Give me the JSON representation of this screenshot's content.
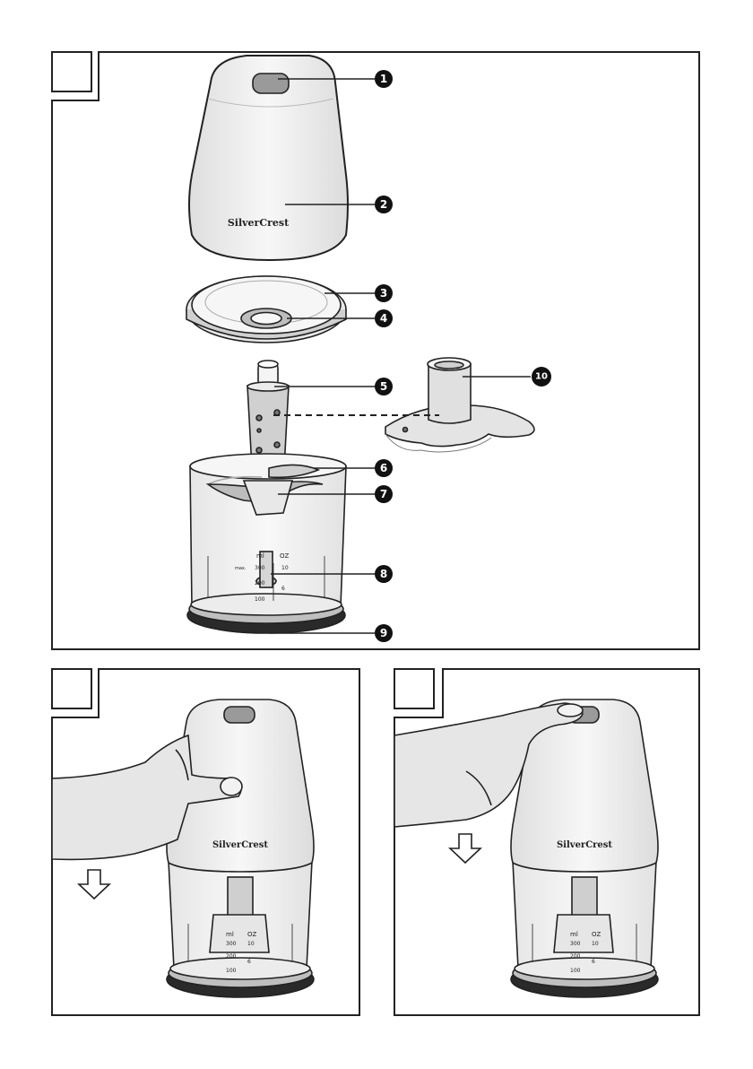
{
  "brand": "SilverCrest",
  "callouts": [
    {
      "number": "1",
      "part": "switch"
    },
    {
      "number": "2",
      "part": "motor-unit"
    },
    {
      "number": "3",
      "part": "lid"
    },
    {
      "number": "4",
      "part": "lid-opening"
    },
    {
      "number": "5",
      "part": "blade-shaft"
    },
    {
      "number": "6",
      "part": "upper-blade"
    },
    {
      "number": "7",
      "part": "lower-blade"
    },
    {
      "number": "8",
      "part": "measuring-scale"
    },
    {
      "number": "9",
      "part": "non-slip-base"
    },
    {
      "number": "10",
      "part": "mixing-attachment"
    }
  ],
  "scale": {
    "ml_label": "ml",
    "oz_label": "OZ",
    "ml_marks": [
      "300",
      "200",
      "100"
    ],
    "oz_marks": [
      "10",
      "6"
    ],
    "max_label": "max."
  },
  "colors": {
    "outline": "#222222",
    "fill_light": "#f2f2f2",
    "fill_mid": "#d9d9d9",
    "fill_dark": "#9a9a9a",
    "base": "#2a2a2a",
    "skin": "#e6e6e6"
  }
}
